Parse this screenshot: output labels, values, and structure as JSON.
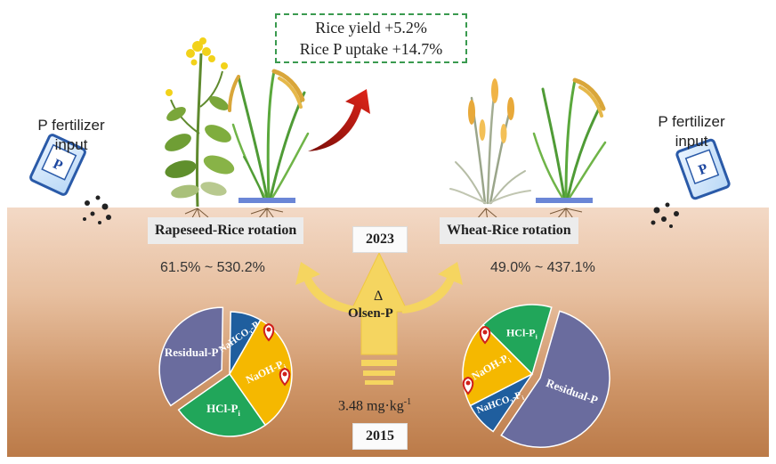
{
  "annotation_box": {
    "line1": "Rice yield  +5.2%",
    "line2": "Rice  P uptake   +14.7%"
  },
  "left_input": {
    "line1": "P fertilizer",
    "line2": "input",
    "bag_letter": "P"
  },
  "right_input": {
    "line1": "P fertilizer",
    "line2": "input",
    "bag_letter": "P"
  },
  "left_rotation": {
    "label": "Rapeseed-Rice rotation",
    "range": "61.5% ~ 530.2%"
  },
  "right_rotation": {
    "label": "Wheat-Rice rotation",
    "range": "49.0% ~ 437.1%"
  },
  "center": {
    "year_top": "2023",
    "year_bottom": "2015",
    "delta": "Δ",
    "olsen": "Olsen-P",
    "baseline_value": "3.48 mg·kg",
    "baseline_exp": "-1"
  },
  "colors": {
    "residual": "#6a6c9e",
    "nahco3": "#1f5e9e",
    "naoh": "#f5b800",
    "hcl": "#21a65a",
    "arrow_yellow": "#f5d560",
    "arrow_red": "#c0170f"
  },
  "chart_data": [
    {
      "type": "pie",
      "name_ref": "Rapeseed-Rice rotation",
      "slices": [
        {
          "label": "Residual-P",
          "value": 35
        },
        {
          "label": "NaHCO3-Pi",
          "value": 8
        },
        {
          "label": "NaOH-Pi",
          "value": 32
        },
        {
          "label": "HCl-Pi",
          "value": 25
        }
      ]
    },
    {
      "type": "pie",
      "name_ref": "Wheat-Rice rotation",
      "slices": [
        {
          "label": "HCl-Pi",
          "value": 17
        },
        {
          "label": "Residual-P",
          "value": 55
        },
        {
          "label": "NaHCO3-Pi",
          "value": 8
        },
        {
          "label": "NaOH-Pi",
          "value": 20
        }
      ]
    }
  ]
}
